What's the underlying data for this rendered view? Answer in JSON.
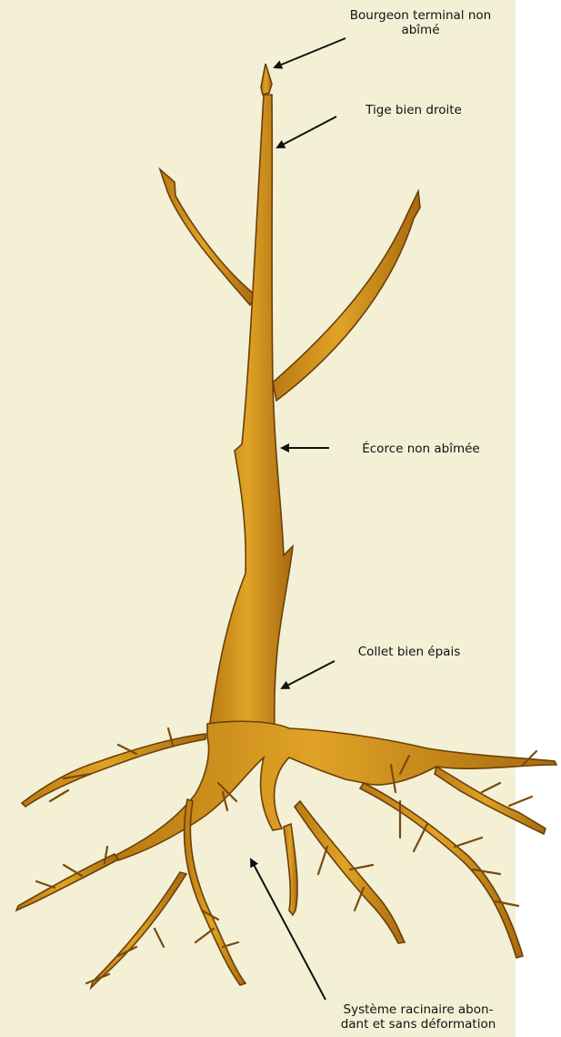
{
  "labels": {
    "terminal_bud": "Bourgeon terminal non abîmé",
    "terminal_bud_line1": "Bourgeon terminal non",
    "terminal_bud_line2": "abîmé",
    "straight_stem": "Tige bien droite",
    "bark": "Écorce non abîmée",
    "root_collar": "Collet bien épais",
    "root_system_line1": "Système racinaire abon-",
    "root_system_line2": "dant et sans déformation"
  },
  "colors": {
    "background_panel": "#f3f0d6",
    "wood": "#d99a1c",
    "wood_dark": "#7a4a0c",
    "arrow": "#111111"
  }
}
